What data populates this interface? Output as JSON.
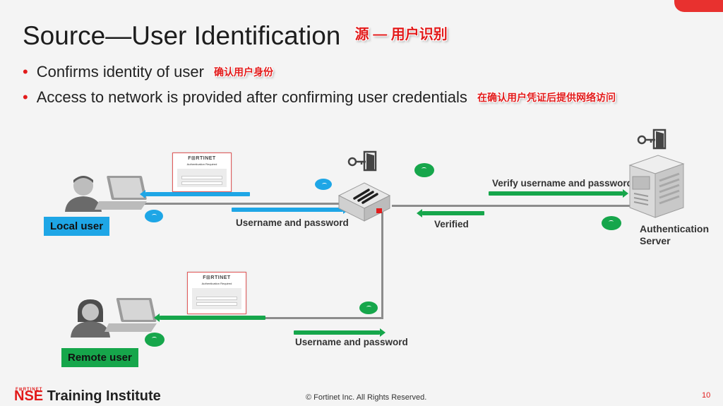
{
  "slide": {
    "title": "Source—User Identification",
    "title_cn": "源 — 用户识别",
    "bullets": [
      {
        "text": "Confirms identity of user",
        "cn": "确认用户身份"
      },
      {
        "text": "Access to network is provided after confirming user credentials",
        "cn": "在确认用户凭证后提供网络访问"
      }
    ]
  },
  "diagram": {
    "local_user_label": "Local user",
    "remote_user_label": "Remote user",
    "server_label": "Authentication Server",
    "flows": {
      "local_credentials": "Username and password",
      "remote_credentials": "Username and password",
      "verify": "Verify username and password",
      "verified": "Verified"
    },
    "auth_window": {
      "brand": "F⊞RTINET",
      "heading": "Authentication Required"
    },
    "colors": {
      "blue": "#1ea6e6",
      "green": "#16a64b",
      "red": "#e21b1b"
    }
  },
  "footer": {
    "brand_small": "F⊞RTINET",
    "brand_nse": "NSE",
    "brand_rest": " Training Institute",
    "copyright": "© Fortinet Inc. All Rights Reserved.",
    "page_number": "10"
  }
}
